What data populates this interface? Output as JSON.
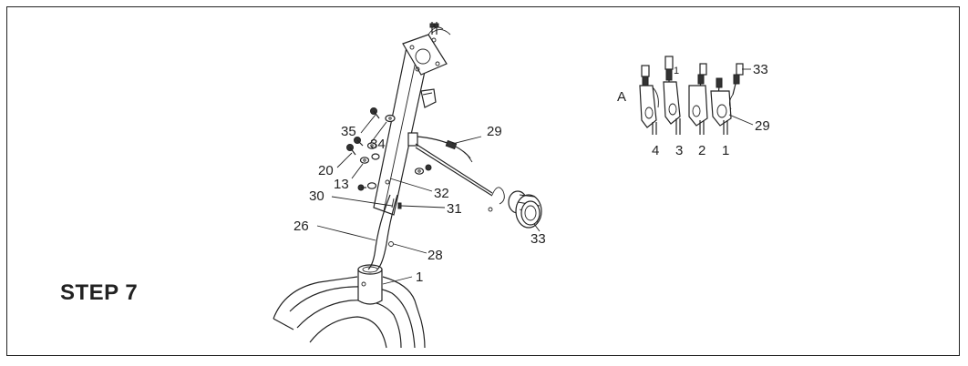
{
  "step_title": "STEP 7",
  "main_callouts": {
    "c35": "35",
    "c34": "34",
    "c20": "20",
    "c13": "13",
    "c29": "29",
    "c30": "30",
    "c32": "32",
    "c31": "31",
    "c26": "26",
    "c28": "28",
    "c1": "1",
    "c33": "33"
  },
  "detail_a": {
    "label": "A",
    "callout_33": "33",
    "callout_29": "29",
    "callout_1_top": "1",
    "connector_numbers": [
      "4",
      "3",
      "2",
      "1"
    ]
  },
  "colors": {
    "line": "#222222",
    "background": "#ffffff"
  }
}
